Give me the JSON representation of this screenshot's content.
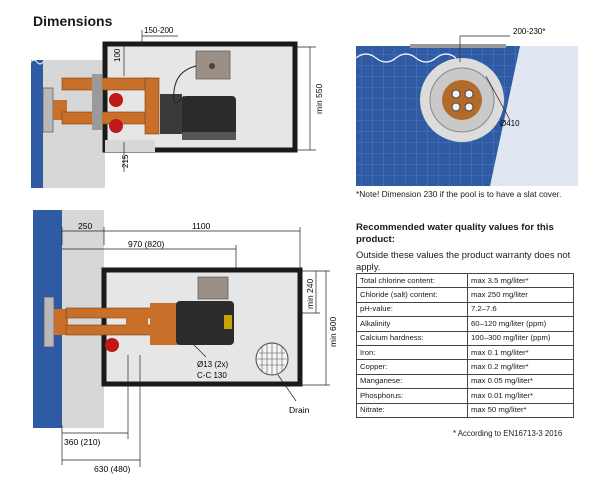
{
  "title": "Dimensions",
  "top_diagram": {
    "dim_top": "150-200",
    "dim_100": "100",
    "dim_215": "215",
    "dim_min550": "min 550"
  },
  "front_diagram": {
    "dim_top": "200-230*",
    "dim_diameter": "Ø410"
  },
  "note": "*Note! Dimension 230 if the pool is to have a slat cover.",
  "bottom_diagram": {
    "dim_250": "250",
    "dim_1100": "1100",
    "dim_970": "970 (820)",
    "dim_min240": "min 240",
    "dim_min600": "min 600",
    "dim_hole": "Ø13 (2x)",
    "dim_cc": "C-C 130",
    "drain_label": "Drain",
    "dim_360": "360 (210)",
    "dim_630": "630 (480)"
  },
  "water_quality": {
    "heading": "Recommended water quality values for this product:",
    "subtext": "Outside these values the product warranty does not apply.",
    "rows": [
      {
        "param": "Total chlorine content:",
        "value": "max 3.5 mg/liter*"
      },
      {
        "param": "Chloride (salt) content:",
        "value": "max 250 mg/liter"
      },
      {
        "param": "pH-value:",
        "value": "7.2–7.6"
      },
      {
        "param": "Alkalinity",
        "value": "60–120 mg/liter (ppm)"
      },
      {
        "param": "Calcium hardness:",
        "value": "100–300 mg/liter (ppm)"
      },
      {
        "param": "Iron:",
        "value": "max 0.1 mg/liter*"
      },
      {
        "param": "Copper:",
        "value": "max 0.2 mg/liter*"
      },
      {
        "param": "Manganese:",
        "value": "max 0.05 mg/liter*"
      },
      {
        "param": "Phosphorus:",
        "value": "max 0.01 mg/liter*"
      },
      {
        "param": "Nitrate:",
        "value": "max 50 mg/liter*"
      }
    ],
    "footnote": "* According to EN16713-3 2016"
  },
  "colors": {
    "pool_blue": "#2f5aa4",
    "wall_grey": "#dcdcdc",
    "pipe_orange": "#c8702a",
    "valve_red": "#c01818",
    "motor_dark": "#2b2b2b"
  }
}
